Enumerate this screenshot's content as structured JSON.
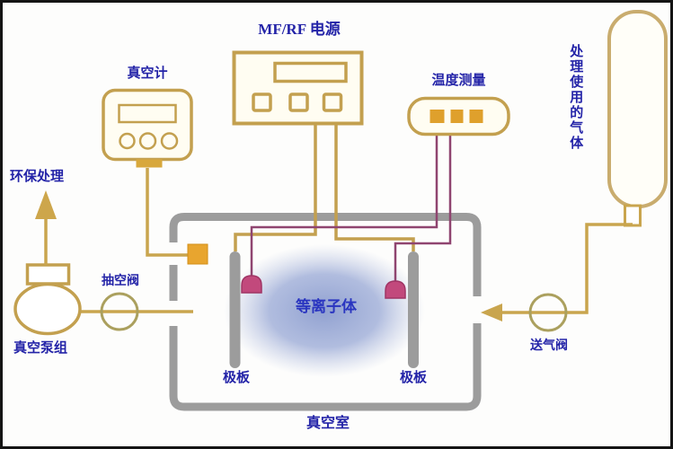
{
  "diagram": {
    "power_supply": {
      "label": "MF/RF 电源"
    },
    "vacuum_gauge": {
      "label": "真空计"
    },
    "temperature_monitor": {
      "label": "温度测量"
    },
    "process_gas": {
      "label": "处理使用的气体"
    },
    "eco_treatment": {
      "label": "环保处理"
    },
    "vacuum_pump": {
      "label": "真空泵组"
    },
    "evacuation_valve": {
      "label": "抽空阀"
    },
    "gas_supply_valve": {
      "label": "送气阀"
    },
    "plasma": {
      "label": "等离子体"
    },
    "left_electrode": {
      "label": "极板"
    },
    "right_electrode": {
      "label": "极板"
    },
    "chamber": {
      "label": "真空室"
    }
  },
  "colors": {
    "outline_gold": "#C3A04F",
    "pipe_gold": "#C9A54E",
    "connector_orange": "#E8A52F",
    "wall_gray": "#9C9C9C",
    "label_blue": "#2424A8",
    "plasma_text_blue": "#2A35C0",
    "sensor_wire_purple": "#8F4570",
    "sensor_pink": "#C2497C",
    "plasma_glow": "#8E9FD0",
    "device_fill": "#FFFDF2"
  }
}
